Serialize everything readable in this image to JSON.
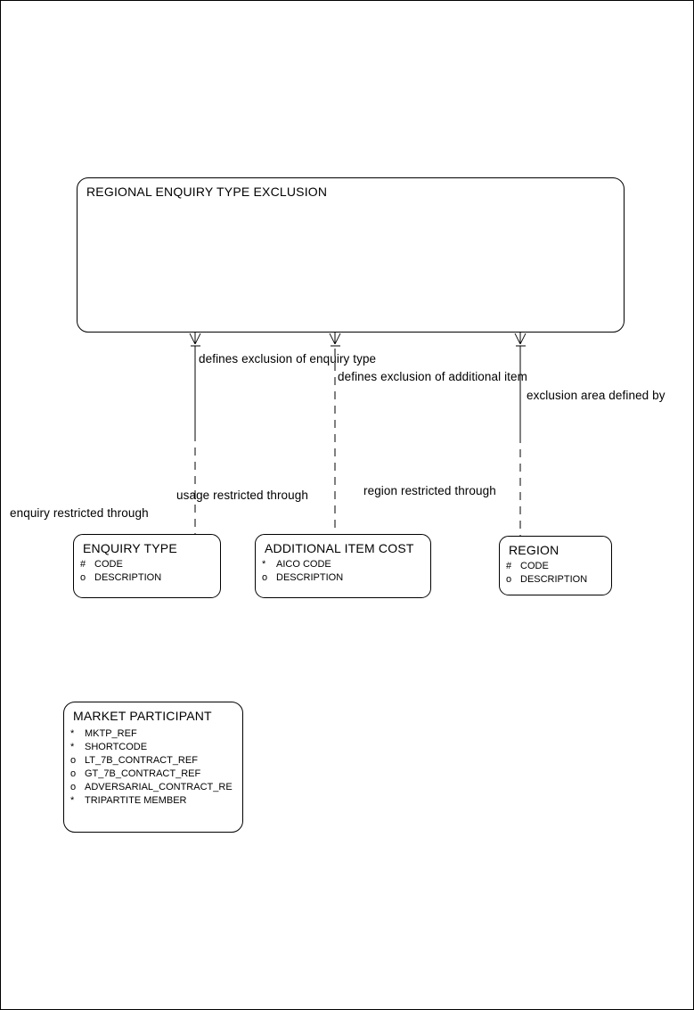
{
  "diagram": {
    "colors": {
      "line": "#000000",
      "background": "#ffffff",
      "text": "#000000"
    },
    "entities": {
      "root": {
        "title": "REGIONAL ENQUIRY TYPE EXCLUSION",
        "attributes": []
      },
      "enquiry_type": {
        "title": "ENQUIRY TYPE",
        "attributes": [
          {
            "prefix": "#",
            "name": "CODE"
          },
          {
            "prefix": "o",
            "name": "DESCRIPTION"
          }
        ]
      },
      "additional_item_cost": {
        "title": "ADDITIONAL ITEM COST",
        "attributes": [
          {
            "prefix": "*",
            "name": "AICO CODE"
          },
          {
            "prefix": "o",
            "name": "DESCRIPTION"
          }
        ]
      },
      "region": {
        "title": "REGION",
        "attributes": [
          {
            "prefix": "#",
            "name": "CODE"
          },
          {
            "prefix": "o",
            "name": "DESCRIPTION"
          }
        ]
      },
      "market_participant": {
        "title": "MARKET PARTICIPANT",
        "attributes": [
          {
            "prefix": "*",
            "name": "MKTP_REF"
          },
          {
            "prefix": "*",
            "name": "SHORTCODE"
          },
          {
            "prefix": "o",
            "name": "LT_7B_CONTRACT_REF"
          },
          {
            "prefix": "o",
            "name": "GT_7B_CONTRACT_REF"
          },
          {
            "prefix": "o",
            "name": "ADVERSARIAL_CONTRACT_RE"
          },
          {
            "prefix": "*",
            "name": "TRIPARTITE MEMBER"
          }
        ]
      }
    },
    "relationship_labels": {
      "defines_exclusion_of_enquiry_type": "defines exclusion of enquiry type",
      "defines_exclusion_of_additional_item": "defines exclusion of additional item",
      "exclusion_area_defined_by": "exclusion area defined by",
      "usage_restricted_through": "usage restricted through",
      "region_restricted_through": "region restricted through",
      "enquiry_restricted_through": "enquiry restricted through"
    }
  }
}
